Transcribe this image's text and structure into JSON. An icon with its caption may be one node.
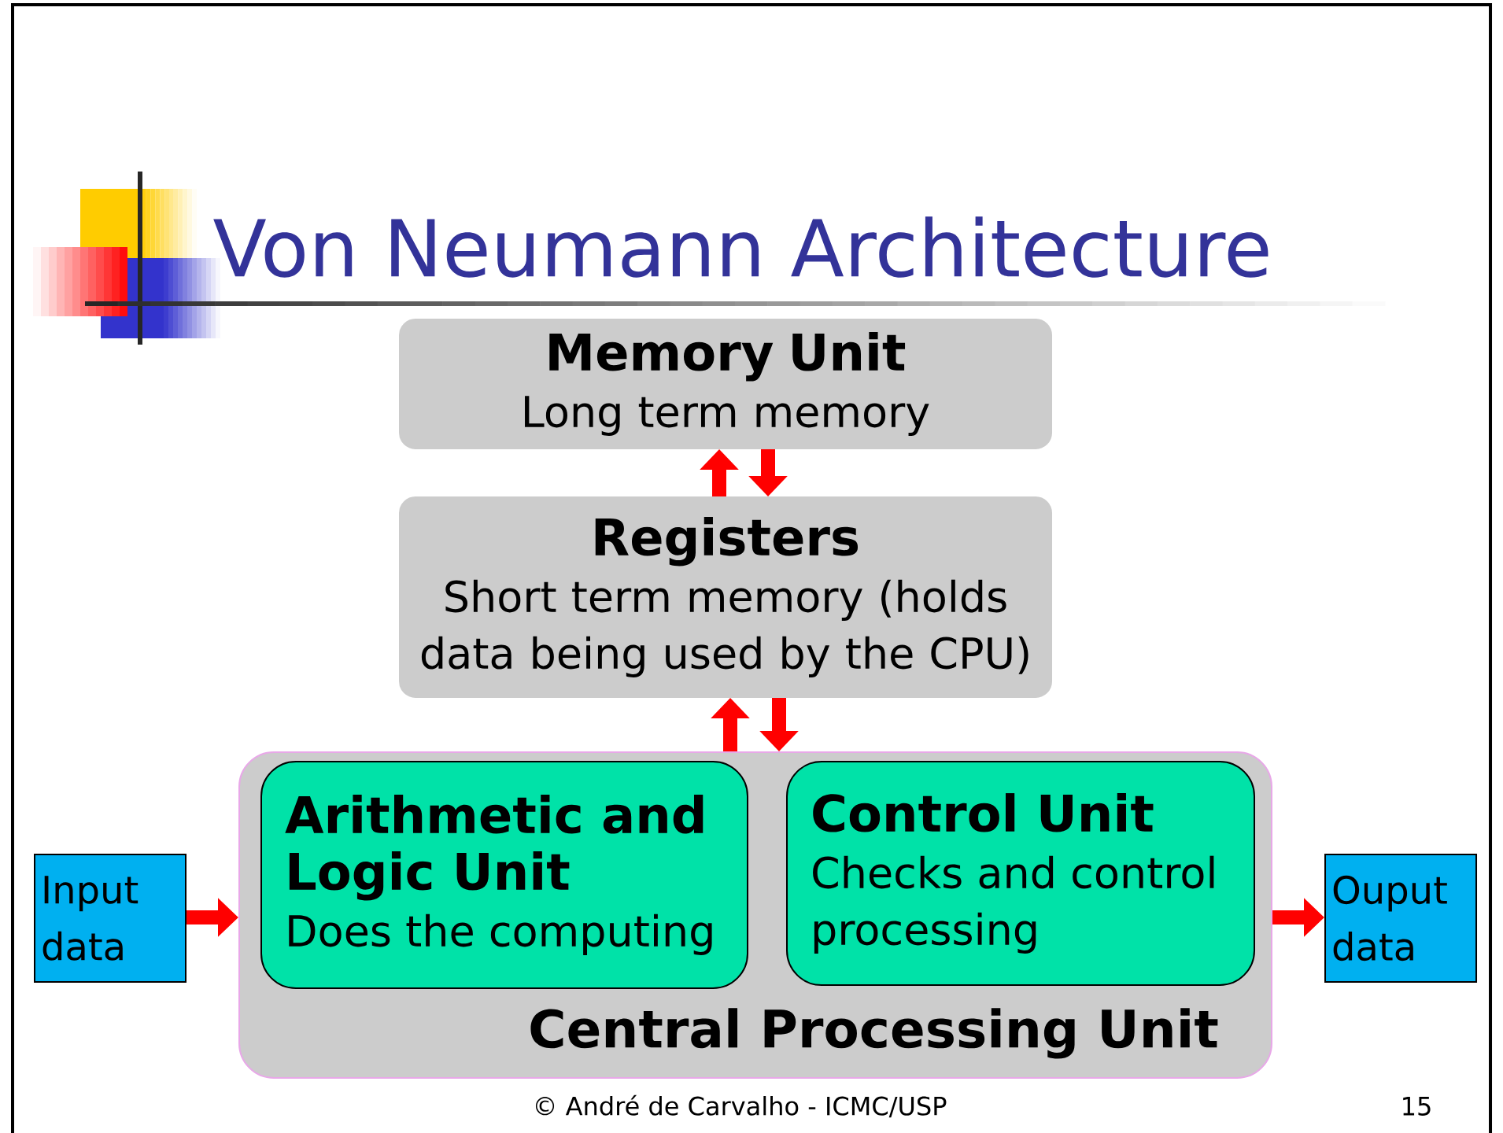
{
  "diagram": {
    "title": "Von Neumann Architecture",
    "nodes": [
      {
        "text": [
          "Memory Unit",
          "Long term memory"
        ]
      },
      {
        "text": [
          "Registers",
          "Short term memory (holds data being used by the CPU)"
        ]
      },
      {
        "text": [
          "Central Processing Unit"
        ]
      },
      {
        "text": [
          "Arithmetic and Logic Unit",
          "Does the computing"
        ],
        "in": 2
      },
      {
        "text": [
          "Control Unit",
          "Checks and control processing"
        ],
        "in": 2
      },
      {
        "text": [
          "Input data"
        ]
      },
      {
        "text": [
          "Ouput data"
        ]
      }
    ],
    "edges": [
      {
        "from": 1,
        "to": 0,
        "arrow": "to"
      },
      {
        "from": 0,
        "to": 1,
        "arrow": "to"
      },
      {
        "from": 2,
        "to": 1,
        "arrow": "to"
      },
      {
        "from": 1,
        "to": 2,
        "arrow": "to"
      },
      {
        "from": 5,
        "to": 2,
        "arrow": "to"
      },
      {
        "from": 2,
        "to": 6,
        "arrow": "to"
      }
    ],
    "labels": [
      "© André de Carvalho - ICMC/USP",
      "15"
    ]
  }
}
